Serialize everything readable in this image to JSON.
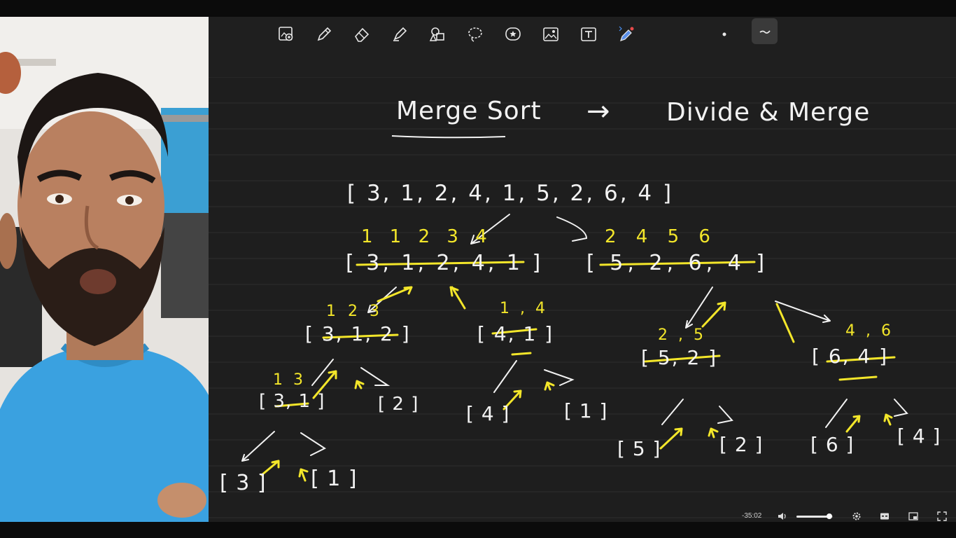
{
  "toolbar": {
    "tools": [
      {
        "name": "zoom-tool",
        "icon": "image-zoom-icon"
      },
      {
        "name": "pen-tool",
        "icon": "pen-icon"
      },
      {
        "name": "eraser-tool",
        "icon": "eraser-icon"
      },
      {
        "name": "highlighter-tool",
        "icon": "highlighter-icon"
      },
      {
        "name": "shapes-tool",
        "icon": "shapes-icon"
      },
      {
        "name": "lasso-tool",
        "icon": "lasso-icon"
      },
      {
        "name": "sticker-tool",
        "icon": "star-sticker-icon"
      },
      {
        "name": "image-tool",
        "icon": "image-icon"
      },
      {
        "name": "text-tool",
        "icon": "text-box-icon"
      },
      {
        "name": "bluetooth-pencil-tool",
        "icon": "bluetooth-pencil-icon"
      },
      {
        "name": "pen-size-dot",
        "icon": "dot-icon"
      },
      {
        "name": "stroke-style-tool",
        "icon": "wave-stroke-icon"
      }
    ]
  },
  "board": {
    "title": "Merge Sort",
    "arrow_text": "→",
    "subtitle": "Divide & Merge",
    "root_array": "[ 3, 1, 2, 4, 1, 5, 2, 6, 4 ]",
    "left_half": {
      "sorted": "1  1  2  3  4",
      "original": "[ 3, 1, 2, 4, 1 ]"
    },
    "right_half": {
      "sorted": "2  4    5  6",
      "original": "[ 5, 2, 6, 4 ]"
    },
    "level2": [
      {
        "sorted": "1 2 3",
        "original": "[ 3, 1, 2 ]"
      },
      {
        "sorted": "1 , 4",
        "original": "[ 4, 1 ]"
      },
      {
        "sorted": "2 , 5",
        "original": "[ 5, 2 ]"
      },
      {
        "sorted": "4 , 6",
        "original": "[ 6, 4 ]"
      }
    ],
    "level3": [
      {
        "sorted": "1 3",
        "original": "[ 3, 1 ]"
      },
      {
        "sorted": "",
        "original": "[ 2 ]"
      },
      {
        "sorted": "",
        "original": "[ 4 ]"
      },
      {
        "sorted": "",
        "original": "[ 1 ]"
      },
      {
        "sorted": "",
        "original": "[ 5 ]"
      },
      {
        "sorted": "",
        "original": "[ 2 ]"
      },
      {
        "sorted": "",
        "original": "[ 6 ]"
      },
      {
        "sorted": "",
        "original": "[ 4 ]"
      }
    ],
    "level4": [
      {
        "original": "[ 3 ]"
      },
      {
        "original": "[ 1 ]"
      }
    ]
  },
  "player": {
    "time": "-35:02",
    "volume_level": 0.9,
    "icons": [
      "volume-icon",
      "settings-gear-icon",
      "captions-icon",
      "miniplayer-icon",
      "fullscreen-icon"
    ]
  },
  "colors": {
    "board_background": "#1e1e1e",
    "ink_white": "#f2f2f2",
    "ink_yellow": "#f3e62a",
    "shirt_blue": "#3aa1e0"
  }
}
